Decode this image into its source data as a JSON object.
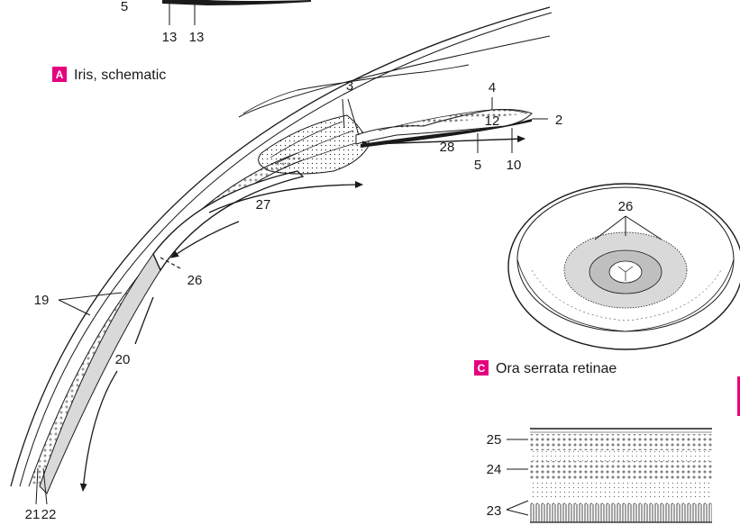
{
  "captions": {
    "A": {
      "letter": "A",
      "text": "Iris, schematic"
    },
    "C": {
      "letter": "C",
      "text": "Ora serrata retinae"
    }
  },
  "labels": {
    "top_5": "5",
    "top_13a": "13",
    "top_13b": "13",
    "l3": "3",
    "l4": "4",
    "l12": "12",
    "l2": "2",
    "l28": "28",
    "l5": "5",
    "l10": "10",
    "l27": "27",
    "l26": "26",
    "l19": "19",
    "l20": "20",
    "l21": "21",
    "l22": "22",
    "c26": "26",
    "l25": "25",
    "l24": "24",
    "l23": "23"
  },
  "colors": {
    "badge": "#e5007e",
    "ink": "#1a1a1a",
    "retina_fill": "#d9d9d9",
    "panel_rule": "#e5007e"
  }
}
